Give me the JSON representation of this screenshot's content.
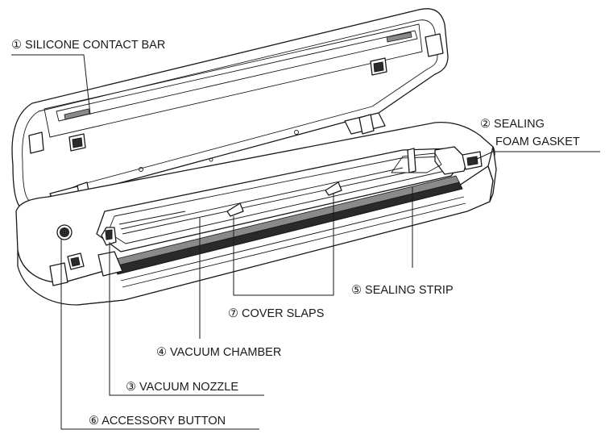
{
  "labels": {
    "silicone_contact_bar": "① SILICONE CONTACT BAR",
    "sealing_foam_gasket_line1": "② SEALING",
    "sealing_foam_gasket_line2": "FOAM GASKET",
    "vacuum_nozzle": "③ VACUUM NOZZLE",
    "vacuum_chamber": "④ VACUUM CHAMBER",
    "sealing_strip": "⑤ SEALING STRIP",
    "accessory_button": "⑥ ACCESSORY BUTTON",
    "cover_slaps": "⑦ COVER SLAPS"
  },
  "colors": {
    "line": "#1a1a1a",
    "background": "#ffffff"
  }
}
